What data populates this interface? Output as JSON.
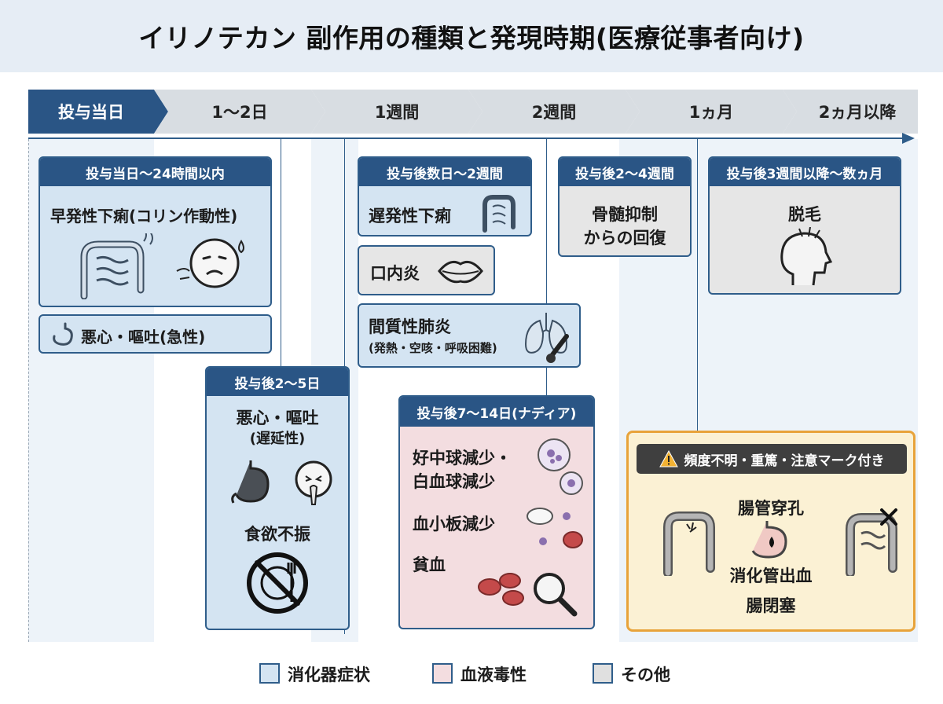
{
  "title": "イリノテカン 副作用の種類と発現時期(医療従事者向け)",
  "phases": [
    "投与当日",
    "1〜2日",
    "1週間",
    "2週間",
    "1ヵ月",
    "2ヵ月以降"
  ],
  "cards": {
    "day0": {
      "header": "投与当日〜24時間以内",
      "item": "早発性下痢(コリン作動性)",
      "icons": [
        "intestine-icon",
        "sweating-face-icon"
      ]
    },
    "nausea_acute": {
      "item": "悪心・嘔吐(急性)",
      "icon": "stomach-icon"
    },
    "day2to5": {
      "header": "投与後2〜5日",
      "item1_line1": "悪心・嘔吐",
      "item1_line2": "(遅延性)",
      "item2": "食欲不振",
      "icons": [
        "stomach-icon",
        "vomiting-face-icon",
        "no-eating-icon"
      ]
    },
    "days_to_2w": {
      "header": "投与後数日〜2週間",
      "item": "遅発性下痢",
      "icon": "intestine-icon"
    },
    "stomatitis": {
      "item": "口内炎",
      "icon": "lips-icon"
    },
    "pneumonitis": {
      "item": "間質性肺炎",
      "sub": "(発熱・空咳・呼吸困難)",
      "icons": [
        "lungs-icon",
        "thermometer-icon"
      ]
    },
    "nadir": {
      "header": "投与後7〜14日(ナディア)",
      "item1_line1": "好中球減少・",
      "item1_line2": "白血球減少",
      "item2": "血小板減少",
      "item3": "貧血",
      "icons": [
        "white-blood-cell-icon",
        "platelet-icon",
        "red-blood-cell-icon",
        "magnifier-icon"
      ]
    },
    "marrow": {
      "header": "投与後2〜4週間",
      "line1": "骨髄抑制",
      "line2": "からの回復"
    },
    "alopecia": {
      "header": "投与後3週間以降〜数ヵ月",
      "item": "脱毛",
      "icon": "hair-loss-head-icon"
    },
    "warning": {
      "header": "頻度不明・重篤・注意マーク付き",
      "item1": "腸管穿孔",
      "item2": "消化管出血",
      "item3": "腸閉塞",
      "icons": [
        "warning-icon",
        "perforated-intestine-icon",
        "bleeding-stomach-icon",
        "obstructed-intestine-icon"
      ]
    }
  },
  "legend": [
    {
      "label": "消化器症状",
      "color": "#d4e4f2"
    },
    {
      "label": "血液毒性",
      "color": "#f3dde0"
    },
    {
      "label": "その他",
      "color": "#e0e0e0"
    }
  ],
  "colors": {
    "navy": "#2a5585",
    "line": "#2f5d8a",
    "gi": "#d4e4f2",
    "blood": "#f3dde0",
    "other": "#e6e6e6",
    "warning_border": "#e8a33a",
    "warning_bg": "#fbf1d4"
  }
}
